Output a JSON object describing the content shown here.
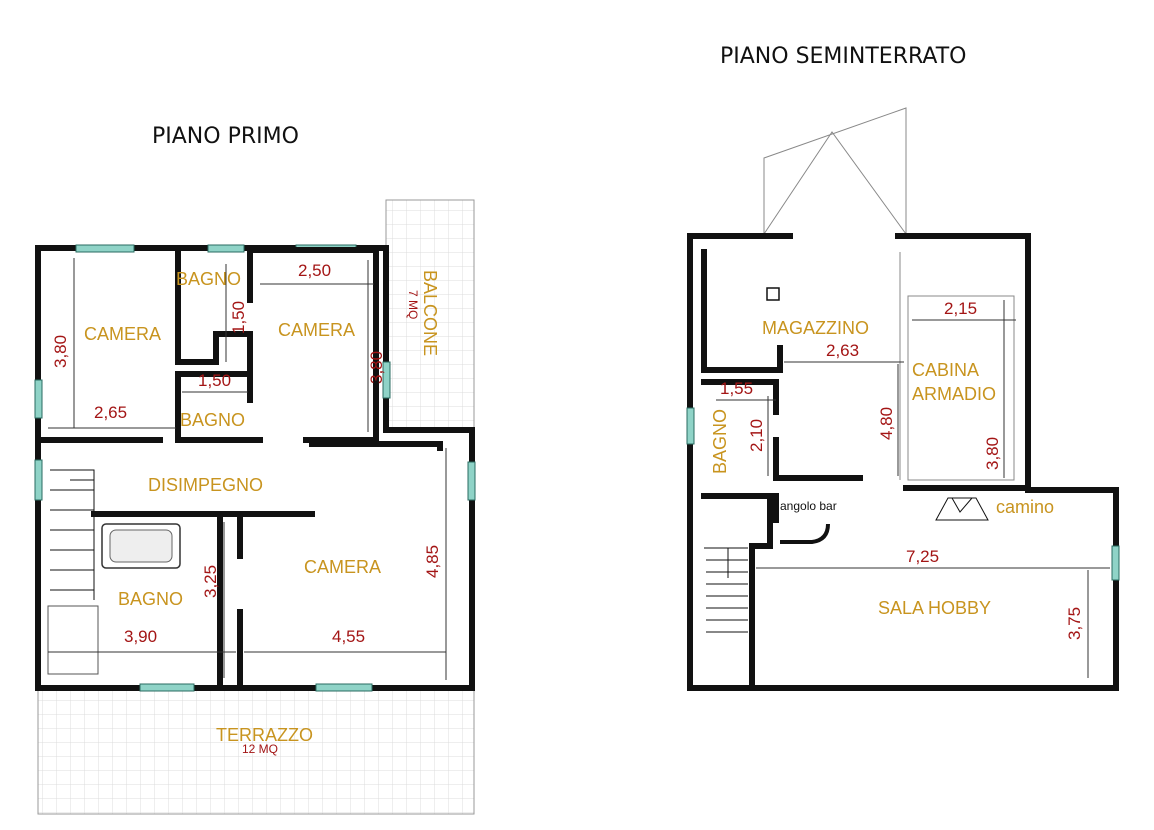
{
  "titles": {
    "first_floor": "PIANO PRIMO",
    "basement": "PIANO SEMINTERRATO"
  },
  "first_floor": {
    "rooms": {
      "camera_1": "CAMERA",
      "bagno_1": "BAGNO",
      "camera_2": "CAMERA",
      "balcone": "BALCONE",
      "balcone_area": "7 MQ",
      "bagno_2": "BAGNO",
      "disimpegno": "DISIMPEGNO",
      "bagno_3": "BAGNO",
      "camera_3": "CAMERA",
      "terrazzo": "TERRAZZO",
      "terrazzo_area": "12 MQ"
    },
    "dimensions": {
      "d1": "3,80",
      "d2": "2,65",
      "d3": "1,50",
      "d4": "2,50",
      "d5": "3,80",
      "d6": "1,50",
      "d7": "3,25",
      "d8": "3,90",
      "d9": "4,85",
      "d10": "4,55"
    }
  },
  "basement": {
    "rooms": {
      "magazzino": "MAGAZZINO",
      "cabina_1": "CABINA",
      "cabina_2": "ARMADIO",
      "bagno": "BAGNO",
      "angolo_bar": "angolo bar",
      "camino": "camino",
      "sala_hobby": "SALA HOBBY"
    },
    "dimensions": {
      "d1": "2,63",
      "d2": "2,15",
      "d3": "1,55",
      "d4": "2,10",
      "d5": "4,80",
      "d6": "3,80",
      "d7": "7,25",
      "d8": "3,75"
    }
  }
}
